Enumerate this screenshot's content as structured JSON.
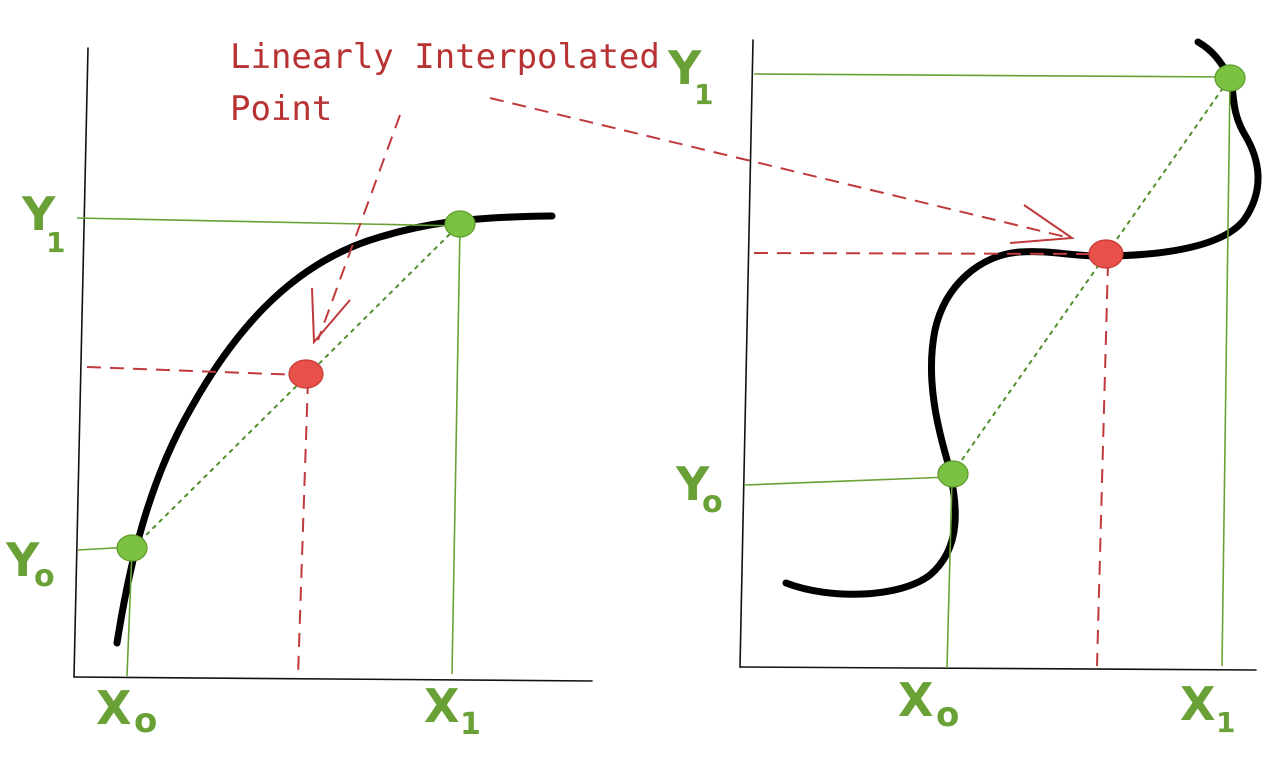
{
  "annotation": {
    "line1": "Linearly Interpolated",
    "line2": "Point"
  },
  "labels": {
    "x_var": "X",
    "y_var": "Y",
    "sub0": "o",
    "sub1": "1"
  },
  "colors": {
    "curve": "#000000",
    "guide_green": "#6aa136",
    "point_green": "#7cc242",
    "point_red": "#e8504a",
    "dashed_red": "#c0393b",
    "annotation_red": "#b83233"
  }
}
